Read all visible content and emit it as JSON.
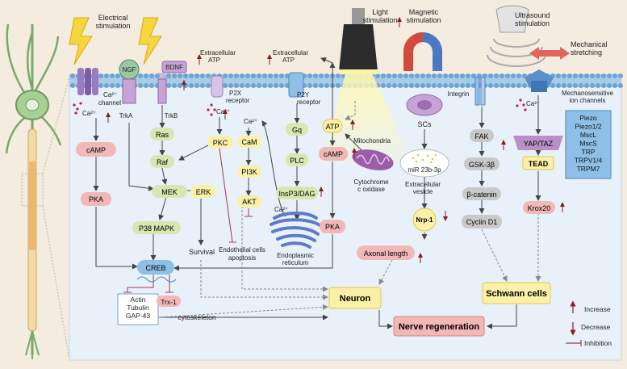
{
  "stimuli": {
    "electrical": [
      "Electrical",
      "stimulation"
    ],
    "light": [
      "Light",
      "stimulation"
    ],
    "magnetic": [
      "Magnetic",
      "stimulation"
    ],
    "ultrasound": [
      "Ultrasound",
      "stimulation"
    ],
    "mechanical": [
      "Mechanical",
      "stretching"
    ]
  },
  "receptors": {
    "ngf": "NGF",
    "bdnf": "BDNF",
    "trka": "TrkA",
    "trkb": "TrkB",
    "extracellular_atp_1": [
      "Extracellular",
      "ATP"
    ],
    "extracellular_atp_2": [
      "Extracellular",
      "ATP"
    ],
    "p2x": [
      "P2X",
      "receptor"
    ],
    "p2y": [
      "P2Y",
      "receptor"
    ],
    "ca_channel": [
      "Ca²⁺",
      "channel"
    ],
    "integrin": "Integrin",
    "mechano": [
      "Mechanosensitive",
      "ion channels"
    ]
  },
  "ions": {
    "ca": "Ca²⁺"
  },
  "nodes": {
    "camp_left": "cAMP",
    "pka_left": "PKA",
    "ras": "Ras",
    "raf": "Raf",
    "mek": "MEK",
    "erk": "ERK",
    "p38": "P38 MAPK",
    "pkc": "PKC",
    "cam": "CaM",
    "pi3k": "PI3K",
    "akt": "AKT",
    "gq": "Gq",
    "plc": "PLC",
    "insp3": "InsP3/DAG",
    "atp": "ATP",
    "camp_right": "cAMP",
    "pka_right": "PKA",
    "creb": "CREB",
    "survival": "Survival",
    "endothelial": [
      "Endothelial cells",
      "apoptosis"
    ],
    "er": [
      "Endoplasmic",
      "reticulum"
    ],
    "mitochondria": "Mitochondria",
    "cytochrome": [
      "Cytochrome",
      "c oxidase"
    ],
    "scs": "SCs",
    "mir": "miR 23b-3p",
    "vesicle": [
      "Extracellular",
      "vesicle"
    ],
    "nrp1": "Nrp-1",
    "axonal": "Axonal length",
    "fak": "FAK",
    "gsk": "GSK-3β",
    "bcatenin": "β-catenin",
    "cyclin": "Cyclin D1",
    "yap": "YAP/TAZ",
    "tead": "TEAD",
    "krox": "Krox20",
    "actin": [
      "Actin",
      "Tubulin",
      "GAP-43"
    ],
    "trx": "Trx-1",
    "cytoskeleton": "cytoskeleton",
    "neuron": "Neuron",
    "schwann": "Schwann cells",
    "regeneration": "Nerve regeneration"
  },
  "mechano_list": [
    "Piezo",
    "Piezo1/2",
    "MscL",
    "MscS",
    "TRP",
    "TRPV1/4",
    "TRPM7"
  ],
  "legend": {
    "increase": "Increase",
    "decrease": "Decrease",
    "inhibition": "Inhibition"
  },
  "colors": {
    "background": "#f3ecdf",
    "cell_interior": "#e8f1fa",
    "membrane": "#7fb3d9",
    "green_node": "#d4e8b0",
    "pink_node": "#f2b8b8",
    "yellow_node": "#fbf0a8",
    "purple_node": "#b88fc7",
    "gray_node": "#c9c9c9",
    "blue_node": "#8fbfe6",
    "increase_arrow": "#8b1a1a"
  }
}
